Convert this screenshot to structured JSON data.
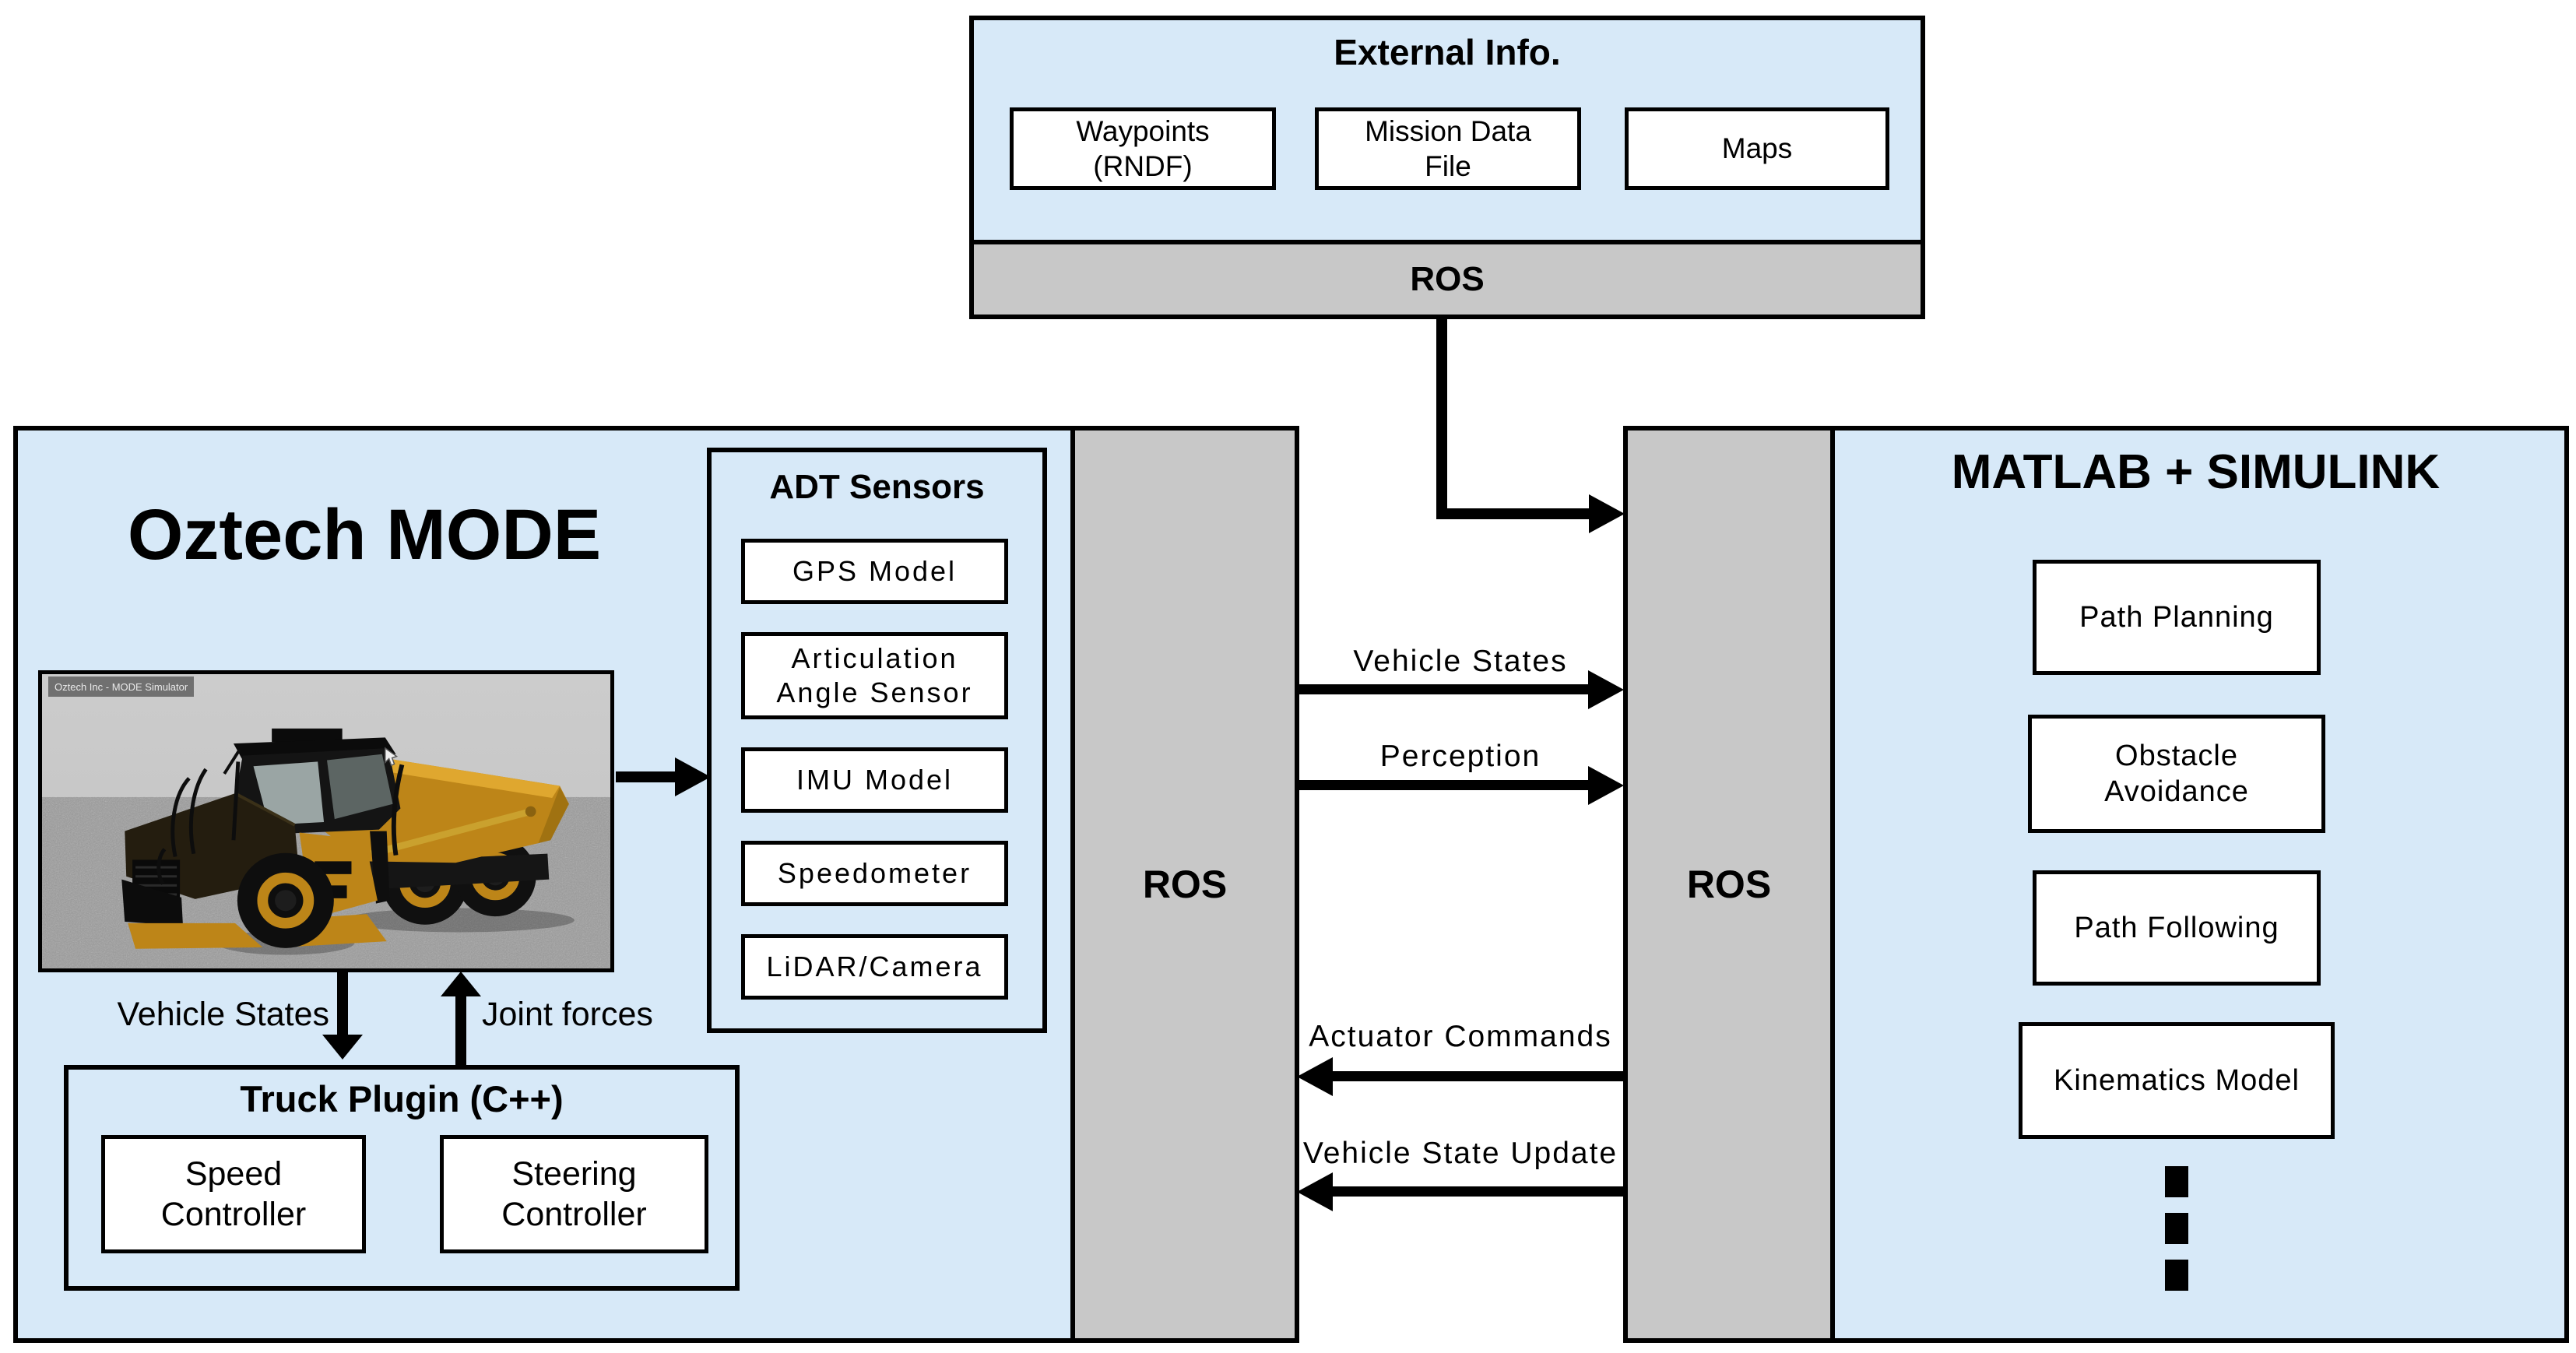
{
  "colors": {
    "panel_blue": "#d7e9f8",
    "ros_gray": "#c8c8c8",
    "border_black": "#000000",
    "truck_orange": "#c28518",
    "sim_sky_gray": "#c6c6c6",
    "sim_ground_gray": "#9b9b9b",
    "sim_titlebar_gray": "#686868"
  },
  "external_info": {
    "title": "External Info.",
    "ros_label": "ROS",
    "items": [
      "Waypoints\n(RNDF)",
      "Mission Data\nFile",
      "Maps"
    ]
  },
  "oztech": {
    "title": "Oztech MODE",
    "ros_label": "ROS",
    "simulator_window_title": "Oztech Inc - MODE Simulator",
    "adt": {
      "title": "ADT Sensors",
      "sensors": [
        "GPS Model",
        "Articulation\nAngle Sensor",
        "IMU Model",
        "Speedometer",
        "LiDAR/Camera"
      ]
    },
    "vehicle_states_label": "Vehicle States",
    "joint_forces_label": "Joint forces",
    "plugin": {
      "title": "Truck Plugin (C++)",
      "modules": [
        "Speed\nController",
        "Steering\nController"
      ]
    }
  },
  "matlab": {
    "title": "MATLAB + SIMULINK",
    "ros_label": "ROS",
    "modules": [
      "Path Planning",
      "Obstacle\nAvoidance",
      "Path Following",
      "Kinematics Model"
    ]
  },
  "flows": {
    "vehicle_states": "Vehicle States",
    "perception": "Perception",
    "actuator_commands": "Actuator Commands",
    "vehicle_state_update": "Vehicle State Update"
  }
}
